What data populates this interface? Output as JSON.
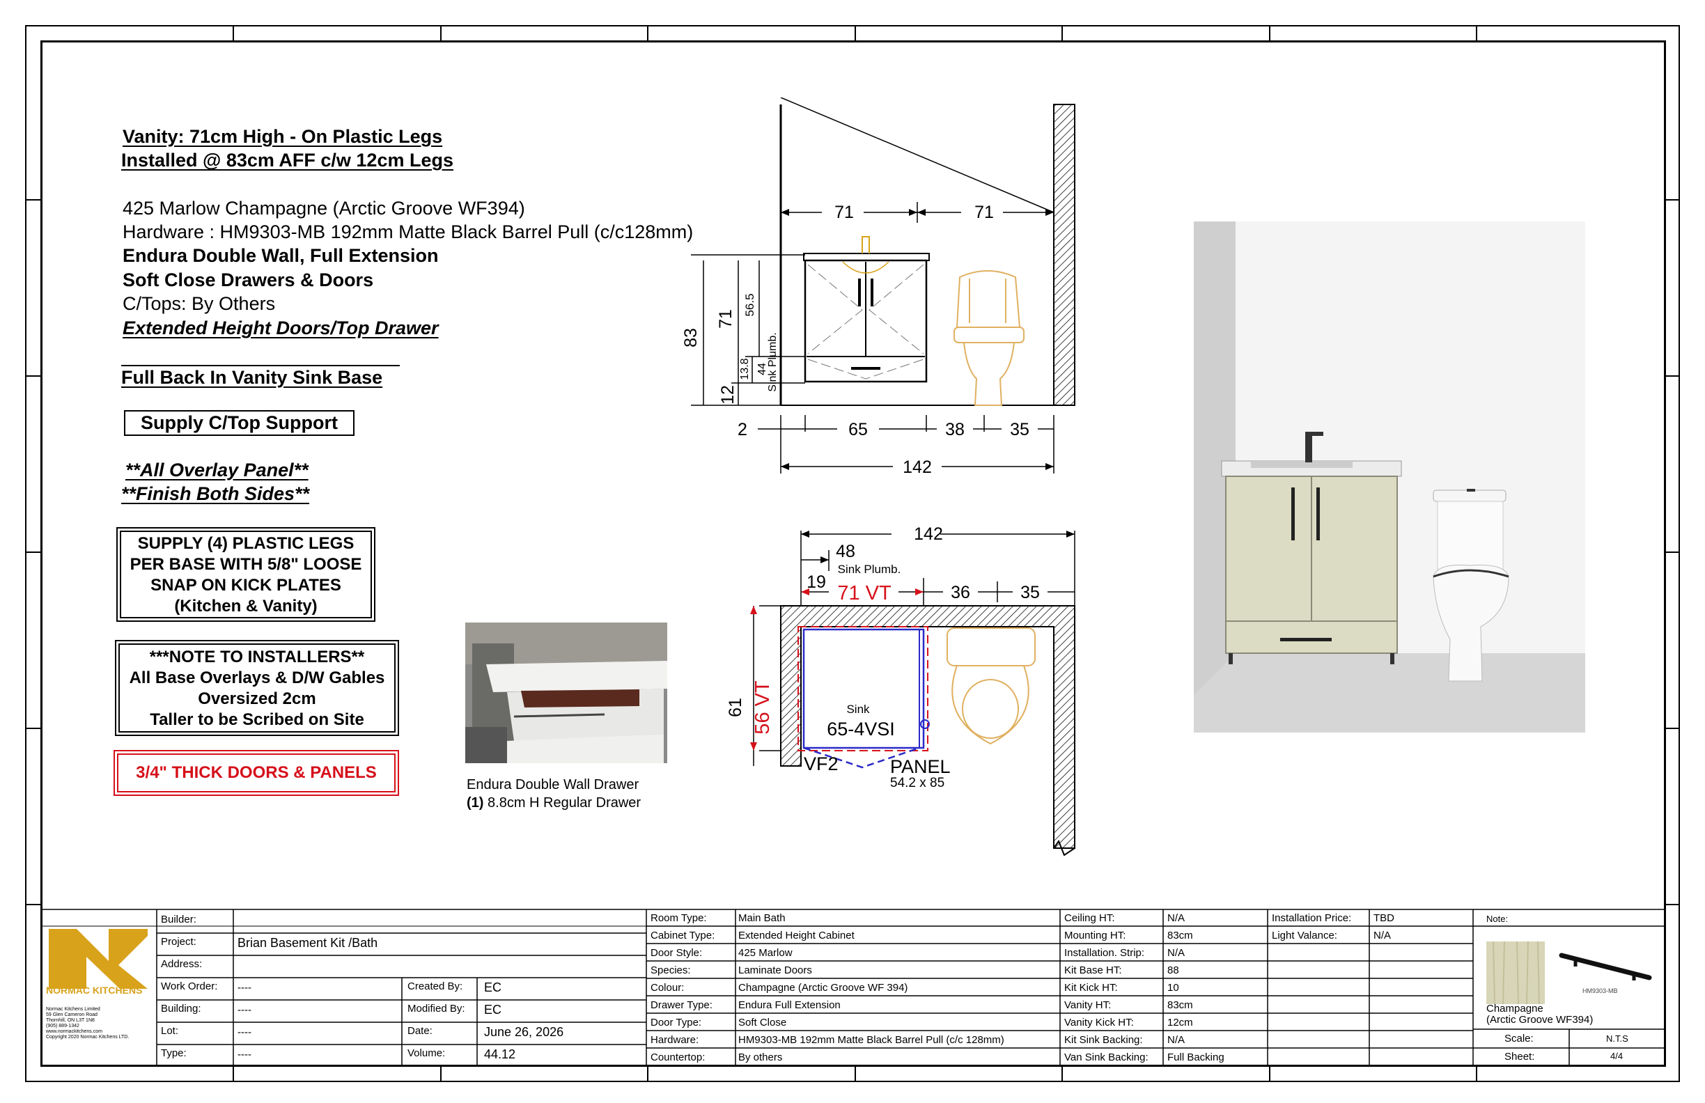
{
  "notes": {
    "vanity_line1": "Vanity: 71cm High - On Plastic Legs",
    "vanity_line2": "Installed @ 83cm AFF c/w 12cm Legs",
    "door": "425 Marlow Champagne  (Arctic Groove WF394)",
    "hardware": "Hardware : HM9303-MB 192mm Matte Black Barrel Pull (c/c128mm)",
    "drawers": "Endura Double Wall, Full Extension",
    "soft_close": "Soft Close Drawers & Doors",
    "ctops": "C/Tops:  By Others",
    "extended": "Extended Height Doors/Top Drawer",
    "full_back": "Full Back In Vanity Sink Base",
    "supply_ctop": "Supply C/Top Support",
    "overlay1": "**All Overlay Panel**",
    "overlay2": "**Finish Both Sides**",
    "legs": [
      "SUPPLY (4) PLASTIC LEGS",
      "PER BASE WITH 5/8\" LOOSE",
      "SNAP ON KICK PLATES",
      "(Kitchen & Vanity)"
    ],
    "installers": [
      "***NOTE TO INSTALLERS**",
      "All Base Overlays & D/W Gables",
      "Oversized 2cm",
      "Taller to be Scribed on Site"
    ],
    "thick": "3/4\" THICK DOORS & PANELS"
  },
  "drawer_photo": {
    "caption1": "Endura Double Wall Drawer",
    "caption2_bold": "(1)",
    "caption2": " 8.8cm H Regular Drawer"
  },
  "elevation": {
    "top_dims": [
      "71",
      "71"
    ],
    "left_dims": [
      "83",
      "71",
      "56.5",
      "13.8",
      "44",
      "12"
    ],
    "sink_plumb": "Sink Plumb.",
    "bottom_dims": [
      "2",
      "65",
      "38",
      "35"
    ],
    "total": "142"
  },
  "plan": {
    "total": "142",
    "d48": "48",
    "sink_plumb": "Sink Plumb.",
    "d19": "19",
    "vt": "71 VT",
    "d36": "36",
    "d35": "35",
    "d61": "61",
    "depth_vt": "56 VT",
    "sink_label": "Sink",
    "sink_model": "65-4VSI",
    "vf2": "VF2",
    "panel": "PANEL",
    "panel_size": "54.2 x 85"
  },
  "title_block": {
    "company": "NORMAC KITCHENS",
    "address_lines": [
      "Normac Kitchens Limited",
      "59 Glen Cameron Road",
      "Thornhill, ON L3T 1N8",
      "(905) 889-1342",
      "www.normackitchens.com",
      "Copyright  2020 Normac Kitchens LTD."
    ],
    "job": [
      {
        "label": "Builder:",
        "value": ""
      },
      {
        "label": "Project:",
        "value": "Brian Basement Kit /Bath"
      },
      {
        "label": "Address:",
        "value": ""
      },
      {
        "label": "Work Order:",
        "value": "----"
      },
      {
        "label": "Building:",
        "value": "----"
      },
      {
        "label": "Lot:",
        "value": "----"
      },
      {
        "label": "Type:",
        "value": "----"
      }
    ],
    "meta": [
      {
        "label": "Created By:",
        "value": "EC"
      },
      {
        "label": "Modified By:",
        "value": "EC"
      },
      {
        "label": "Date:",
        "value": "June 26, 2026"
      },
      {
        "label": "Volume:",
        "value": "44.12"
      }
    ],
    "specs": [
      {
        "label": "Room Type:",
        "value": "Main Bath"
      },
      {
        "label": "Cabinet Type:",
        "value": "Extended Height Cabinet"
      },
      {
        "label": "Door Style:",
        "value": "425 Marlow"
      },
      {
        "label": "Species:",
        "value": "Laminate Doors"
      },
      {
        "label": "Colour:",
        "value": "Champagne (Arctic Groove WF 394)"
      },
      {
        "label": "Drawer Type:",
        "value": "Endura Full Extension"
      },
      {
        "label": "Door Type:",
        "value": "Soft Close"
      },
      {
        "label": "Hardware:",
        "value": "HM9303-MB 192mm Matte Black Barrel Pull (c/c 128mm)"
      },
      {
        "label": "Countertop:",
        "value": "By others"
      }
    ],
    "heights": [
      {
        "label": "Ceiling HT:",
        "value": "N/A"
      },
      {
        "label": "Mounting HT:",
        "value": "83cm"
      },
      {
        "label": "Installation. Strip:",
        "value": "N/A"
      },
      {
        "label": "Kit Base HT:",
        "value": "88"
      },
      {
        "label": "Kit Kick HT:",
        "value": "10"
      },
      {
        "label": "Vanity HT:",
        "value": "83cm"
      },
      {
        "label": "Vanity Kick HT:",
        "value": "12cm"
      },
      {
        "label": "Kit Sink Backing:",
        "value": "N/A"
      },
      {
        "label": "Van Sink Backing:",
        "value": "Full Backing"
      }
    ],
    "pricing": [
      {
        "label": "Installation Price:",
        "value": "TBD"
      },
      {
        "label": "Light Valance:",
        "value": "N/A"
      }
    ],
    "note_label": "Note:",
    "swatch_caption1": "Champagne",
    "swatch_caption2": "(Arctic Groove WF394)",
    "pull_label": "HM9303-MB",
    "scale_label": "Scale:",
    "scale_value": "N.T.S",
    "sheet_label": "Sheet:",
    "sheet_value": "4/4"
  },
  "colors": {
    "accent_red": "#d6101a",
    "logo_gold": "#d8a21a",
    "cabinet": "#dcdcc4",
    "toilet_line": "#e0b060"
  }
}
